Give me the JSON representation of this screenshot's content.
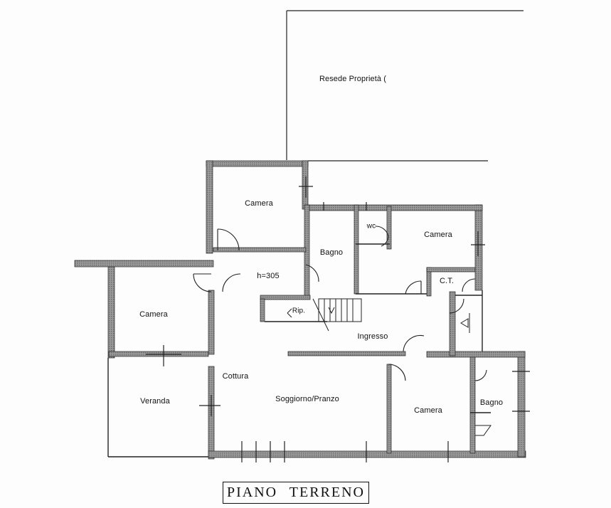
{
  "plan": {
    "title": "PIANO TERRENO",
    "property_label": "Resede Proprietà (",
    "rooms": {
      "camera_top": "Camera",
      "bagno_center": "Bagno",
      "wc": "wc",
      "camera_right": "Camera",
      "ct": "C.T.",
      "height_mark": "h=305",
      "rip": "Rip.",
      "ingresso": "Ingresso",
      "camera_left": "Camera",
      "cottura": "Cottura",
      "veranda": "Veranda",
      "soggiorno": "Soggiorno/Pranzo",
      "camera_bottom": "Camera",
      "bagno_right": "Bagno"
    }
  },
  "colors": {
    "wall": "#8c8c8c",
    "line": "#1a1a1a",
    "background": "#fdfdfd"
  }
}
